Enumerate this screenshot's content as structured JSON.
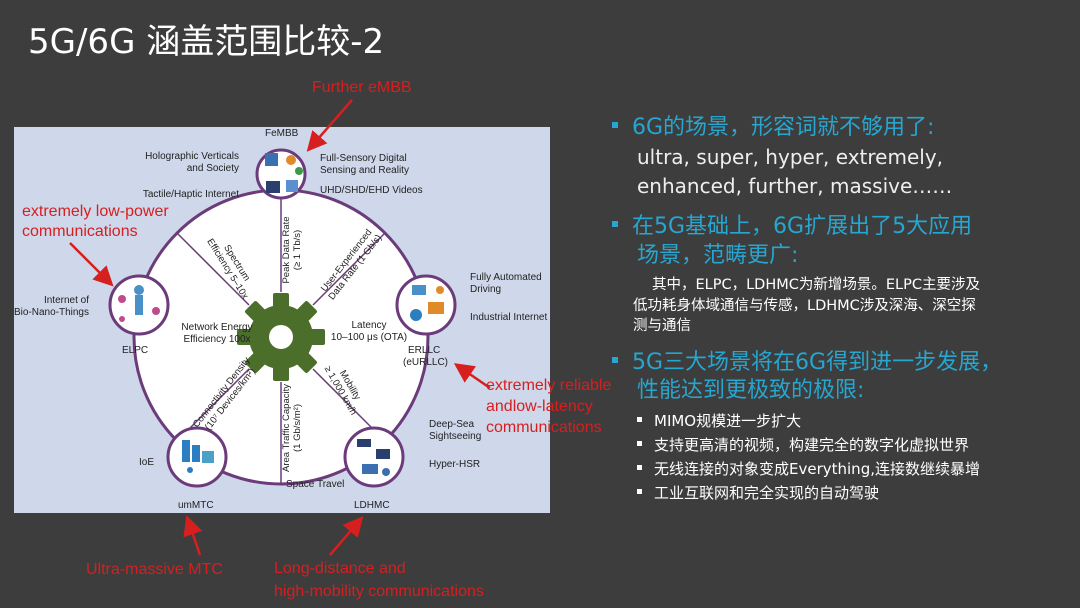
{
  "slide": {
    "title": "5G/6G 涵盖范围比较-2"
  },
  "figure": {
    "center": {
      "net_energy_line1": "Network Energy",
      "net_energy_line2": "Efficiency 100x",
      "latency_line1": "Latency",
      "latency_line2": "10–100 μs (OTA)"
    },
    "kpis": {
      "spectrum_line1": "Spectrum",
      "spectrum_line2": "Efficiency 5–10x",
      "peak_line1": "Peak Data Rate",
      "peak_line2": "(≥ 1 Tb/s)",
      "user_line1": "User-Experienced",
      "user_line2": "Data Rate (1 Gb/s)",
      "mobility_line1": "Mobility",
      "mobility_line2": "≥ 1,000 km/h",
      "area_line1": "Area Traffic Capacity",
      "area_line2": "(1 Gb/s/m²)",
      "conn_line1": "Connectivity Density",
      "conn_line2": "(10⁷ Devices/km²)"
    },
    "nodes": {
      "femmb": {
        "name": "FeMBB",
        "left1": "Holographic Verticals",
        "left2": "and Society",
        "left3": "Tactile/Haptic Internet",
        "right1": "Full-Sensory Digital",
        "right2": "Sensing and Reality",
        "right3": "UHD/SHD/EHD Videos"
      },
      "elpc": {
        "name": "ELPC",
        "left1": "Internet of",
        "left2": "Bio-Nano-Things"
      },
      "erllc": {
        "name1": "ERLLC",
        "name2": "(eURLLC)",
        "right1": "Fully Automated",
        "right2": "Driving",
        "right3": "Industrial Internet"
      },
      "ummtc": {
        "name": "umMTC",
        "left1": "IoE"
      },
      "ldhmc": {
        "name": "LDHMC",
        "right1": "Deep-Sea",
        "right2": "Sightseeing",
        "right3": "Hyper-HSR",
        "left1": "Space Travel"
      }
    }
  },
  "annotations": {
    "further": "Further eMBB",
    "lowpower1": "extremely low-power",
    "lowpower2": "communications",
    "reliable1": "extremely reliable",
    "reliable2": "andlow-latency",
    "reliable3": "communications",
    "massive": "Ultra-massive MTC",
    "longdist1": "Long-distance and",
    "longdist2": "high-mobility communications"
  },
  "bullets": {
    "b1_head": "6G的场景，形容词就不够用了:",
    "b1_line2": "ultra, super, hyper, extremely,",
    "b1_line3": "enhanced, further, massive……",
    "b2_line1": "在5G基础上，6G扩展出了5大应用",
    "b2_line2": "场景，范畴更广:",
    "b2_detail1": "其中，ELPC，LDHMC为新增场景。ELPC主要涉及",
    "b2_detail2": "低功耗身体域通信与传感，LDHMC涉及深海、深空探",
    "b2_detail3": "测与通信",
    "b3_line1": "5G三大场景将在6G得到进一步发展，",
    "b3_line2": "性能达到更极致的极限:",
    "subs": [
      "MIMO规模进一步扩大",
      "支持更高清的视频，构建完全的数字化虚拟世界",
      "无线连接的对象变成Everything,连接数继续暴增",
      "工业互联网和完全实现的自动驾驶"
    ]
  },
  "colors": {
    "background": "#3d3d3d",
    "accent_blue": "#27a6cf",
    "annotation_red": "#d61f1f",
    "ring_purple": "#6b3b7a",
    "gear_green": "#4b6e2a",
    "figure_bg": "#cfd7ea"
  },
  "icons": [
    "gear-icon",
    "square-bullet-icon",
    "arrow-icon"
  ]
}
